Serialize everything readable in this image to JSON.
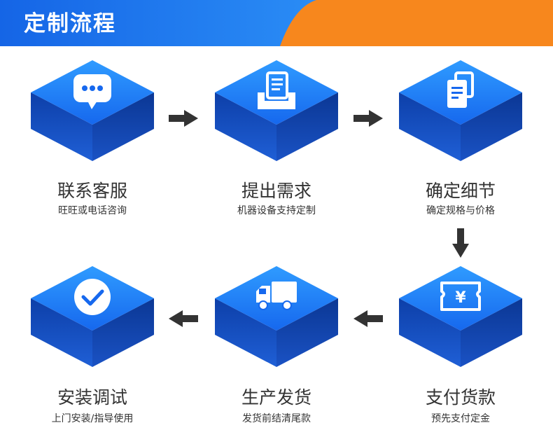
{
  "header": {
    "title": "定制流程"
  },
  "colors": {
    "blue": "#1e6ff0",
    "orange": "#f7871d",
    "dark": "#333333"
  },
  "steps": [
    {
      "title": "联系客服",
      "subtitle": "旺旺或电话咨询",
      "icon": "chat-bubble-icon"
    },
    {
      "title": "提出需求",
      "subtitle": "机器设备支持定制",
      "icon": "document-tray-icon"
    },
    {
      "title": "确定细节",
      "subtitle": "确定规格与价格",
      "icon": "stacked-documents-icon"
    },
    {
      "title": "支付货款",
      "subtitle": "预先支付定金",
      "icon": "yen-ticket-icon"
    },
    {
      "title": "生产发货",
      "subtitle": "发货前结清尾款",
      "icon": "delivery-truck-icon"
    },
    {
      "title": "安装调试",
      "subtitle": "上门安装/指导使用",
      "icon": "check-circle-icon"
    }
  ]
}
